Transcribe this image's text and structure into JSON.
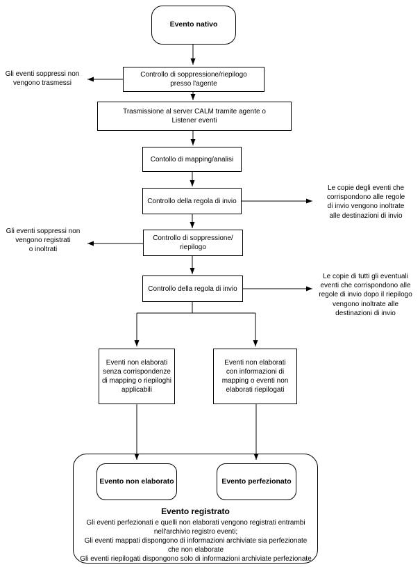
{
  "diagram": {
    "nodes": {
      "native_event": {
        "label": "Evento nativo"
      },
      "agent_suppression": {
        "label": "Controllo di soppressione/riepilogo\npresso l'agente"
      },
      "transmission": {
        "label": "Trasmissione al server CALM tramite agente o\nListener eventi"
      },
      "mapping_check": {
        "label": "Contollo di mapping/analisi"
      },
      "send_rule_1": {
        "label": "Controllo della regola di invio"
      },
      "suppression_2": {
        "label": "Controllo di soppressione/\nriepilogo"
      },
      "send_rule_2": {
        "label": "Controllo della regola di invio"
      },
      "branch_left": {
        "label": "Eventi non elaborati\nsenza corrispondenze\ndi mapping o riepiloghi\napplicabili"
      },
      "branch_right": {
        "label": "Eventi non elaborati\ncon informazioni di\nmapping o eventi non\nelaborati riepilogati"
      },
      "raw_event": {
        "label": "Evento non elaborato"
      },
      "refined_event": {
        "label": "Evento perfezionato"
      }
    },
    "annotations": {
      "left_1": "Gli eventi soppressi non\nvengono trasmessi",
      "left_2": "Gli eventi soppressi non\nvengono registrati\no inoltrati",
      "right_1": "Le copie degli eventi che\ncorrispondono alle regole\ndi invio vengono inoltrate\nalle destinazioni di invio",
      "right_2": "Le copie di tutti gli eventuali\neventi che corrispondono alle\nregole di invio dopo il riepilogo\nvengono inoltrate alle\ndestinazioni di invio"
    },
    "registered": {
      "title": "Evento registrato",
      "body": "Gli eventi perfezionati e quelli non elaborati vengono registrati entrambi\nnell'archivio registro eventi;\nGli eventi mappati dispongono di informazioni archiviate sia perfezionate\nche non elaborate\nGli eventi riepilogati dispongono solo di informazioni archiviate perfezionate"
    },
    "colors": {
      "line": "#000000",
      "background": "#ffffff",
      "box_fill": "#ffffff"
    }
  }
}
